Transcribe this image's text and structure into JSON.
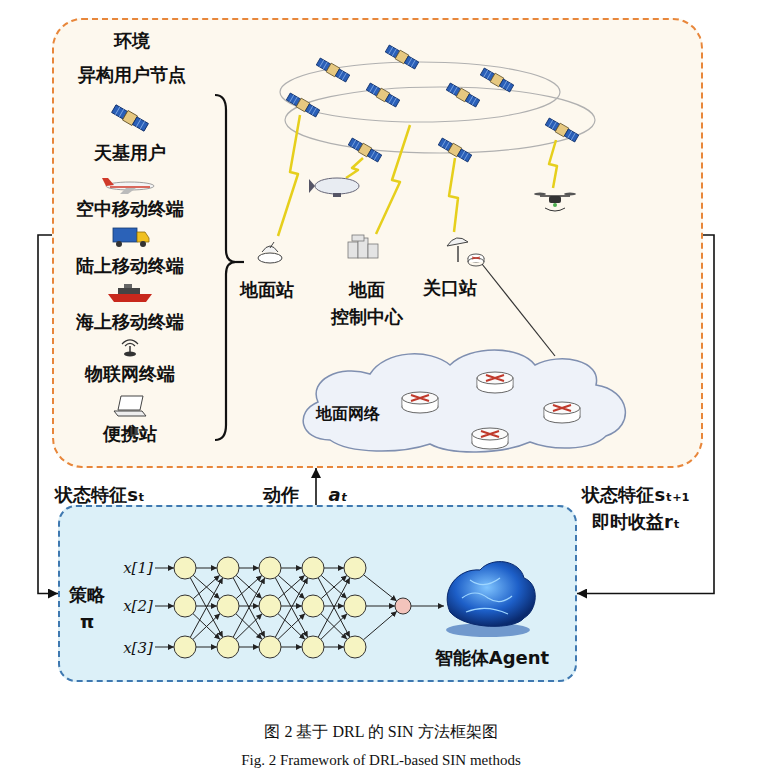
{
  "diagram": {
    "caption": "图 2 基于 DRL 的 SIN 方法框架图",
    "nodes": [
      {
        "text": [
          "环境",
          "异构用户节点"
        ]
      },
      {
        "text": [
          "地面网络"
        ],
        "in": 0
      },
      {
        "text": [
          "智能体Agent"
        ]
      }
    ],
    "edges": [
      {
        "from": 0,
        "to": 2,
        "arrow": "to",
        "label": "状态特征sₜ"
      },
      {
        "from": 2,
        "to": 0,
        "arrow": "to",
        "label": "动作"
      },
      {
        "from": 0,
        "to": 2,
        "arrow": "to",
        "label": "状态特征sₜ₊₁ 即时收益rₜ"
      }
    ],
    "labels": [
      "天基用户",
      "空中移动终端",
      "陆上移动终端",
      "海上移动终端",
      "物联网终端",
      "便携站",
      "地面站",
      "地面 控制中心",
      "关口站",
      "aₜ",
      "策略 π",
      "x[1]",
      "x[2]",
      "x[3]",
      "Fig. 2 Framework of DRL-based SIN methods"
    ]
  }
}
